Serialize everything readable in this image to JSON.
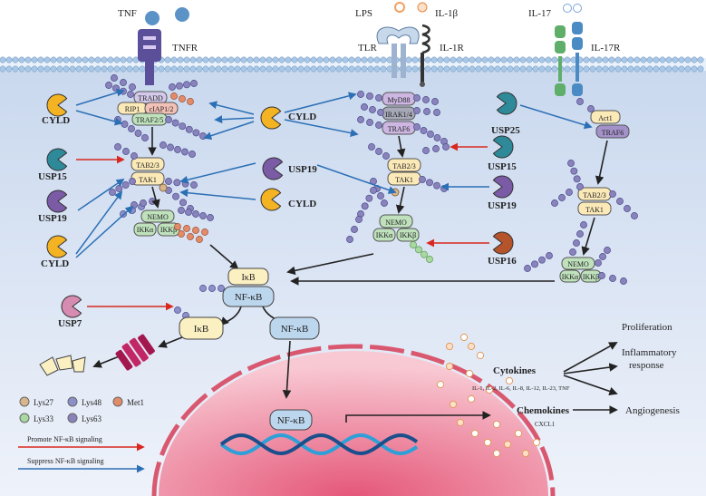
{
  "colors": {
    "cytoplasm": "#dde6f4",
    "nucleus": "#f5c0cc",
    "membrane_head": "#a9c7e6",
    "promote_arrow": "#d9281f",
    "suppress_arrow": "#2b6fb5",
    "dub_yellow": "#f3b323",
    "dub_teal": "#2e8a99",
    "dub_purple": "#7b5aa6",
    "dub_brown": "#b5532b",
    "dub_pink": "#d68bb0",
    "ub_lys48": "#8d8fc9",
    "ub_lys27": "#d9b58c",
    "ub_met1": "#e28b68",
    "ub_lys33": "#a9d8a0",
    "ub_lys63": "#8a82bb"
  },
  "receptors": {
    "tnf": "TNF",
    "tnfr": "TNFR",
    "lps": "LPS",
    "il1b": "IL-1β",
    "tlr": "TLR",
    "il1r": "IL-1R",
    "il17": "IL-17",
    "il17r": "IL-17R"
  },
  "tnf_complex": {
    "tradd": "TRADD",
    "rip1": "RIP1",
    "ciap": "cIAP1/2",
    "traf25": "TRAF2/5",
    "tab23": "TAB2/3",
    "tak1": "TAK1",
    "nemo": "NEMO",
    "ikka": "IKKα",
    "ikkb": "IKKβ"
  },
  "tlr_complex": {
    "myd88": "MyD88",
    "irak": "IRAK1/4",
    "traf6": "TRAF6",
    "tab23": "TAB2/3",
    "tak1": "TAK1",
    "nemo": "NEMO",
    "ikka": "IKKα",
    "ikkb": "IKKβ"
  },
  "il17_complex": {
    "act1": "Act1",
    "traf6": "TRAF6",
    "tab23": "TAB2/3",
    "tak1": "TAK1",
    "nemo": "NEMO",
    "ikka": "IKKα",
    "ikkb": "IKKβ"
  },
  "dubs": {
    "cyld_left_top": "CYLD",
    "usp15_left": "USP15",
    "usp19_left": "USP19",
    "cyld_left_bottom": "CYLD",
    "cyld_center": "CYLD",
    "usp19_center": "USP19",
    "cyld_center_low": "CYLD",
    "usp25": "USP25",
    "usp15_right": "USP15",
    "usp19_right": "USP19",
    "usp16": "USP16",
    "usp7": "USP7"
  },
  "nfkb": {
    "ikb_top": "IκB",
    "nfkb_top": "NF-κB",
    "ikb_free": "IκB",
    "nfkb_free": "NF-κB",
    "nfkb_nucleus": "NF-κB"
  },
  "outputs": {
    "cytokines": "Cytokines",
    "cytokine_list": "IL-1, IL-2, IL-6, IL-8, IL-12, IL-23, TNF",
    "chemokines": "Chemokines",
    "chemokine_list": "CXCL1",
    "proliferation": "Proliferation",
    "inflammatory": "Inflammatory",
    "response": "response",
    "angiogenesis": "Angiogenesis"
  },
  "legend": {
    "lys27": "Lys27",
    "lys48": "Lys48",
    "met1": "Met1",
    "lys33": "Lys33",
    "lys63": "Lys63",
    "promote": "Promote NF-κB signaling",
    "suppress": "Suppress NF-κB signaling"
  }
}
